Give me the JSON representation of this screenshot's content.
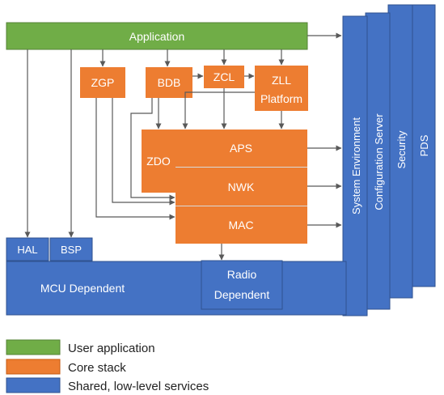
{
  "colors": {
    "application_green": "#70ad47",
    "core_orange": "#ed7d31",
    "service_blue": "#4472c4",
    "arrow_gray": "#595959"
  },
  "blocks": {
    "application": "Application",
    "zgp": "ZGP",
    "bdb": "BDB",
    "zcl": "ZCL",
    "zll_line1": "ZLL",
    "zll_line2": "Platform",
    "zdo": "ZDO",
    "aps": "APS",
    "nwk": "NWK",
    "mac": "MAC",
    "hal": "HAL",
    "bsp": "BSP",
    "mcu_dependent": "MCU Dependent",
    "radio_line1": "Radio",
    "radio_line2": "Dependent"
  },
  "side_columns": [
    {
      "label": "System Environment"
    },
    {
      "label": "Configuration Server"
    },
    {
      "label": "Security"
    },
    {
      "label": "PDS"
    }
  ],
  "legend": [
    {
      "label": "User application",
      "color": "#70ad47"
    },
    {
      "label": "Core stack",
      "color": "#ed7d31"
    },
    {
      "label": "Shared, low-level services",
      "color": "#4472c4"
    }
  ]
}
